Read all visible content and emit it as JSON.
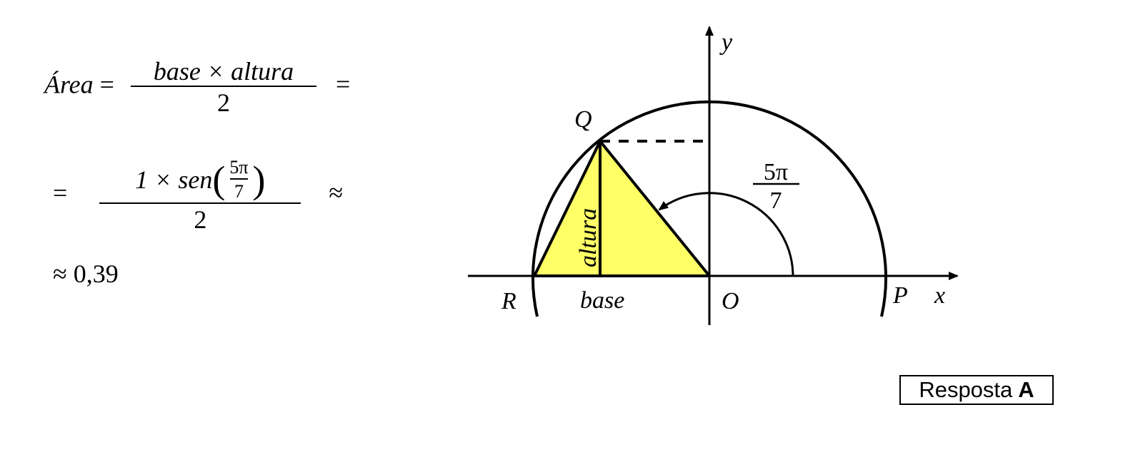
{
  "formula": {
    "line1": {
      "lhs": "Área",
      "equals": "=",
      "numerator": "base × altura",
      "denominator": "2",
      "trailing": "="
    },
    "line2": {
      "leading": "=",
      "numerator_prefix": "1 × sen",
      "inner_numerator": "5π",
      "inner_denominator": "7",
      "denominator": "2",
      "trailing": "≈"
    },
    "line3": {
      "text": "≈ 0,39"
    }
  },
  "diagram": {
    "angle_numerator": "5π",
    "angle_denominator": "7",
    "labels": {
      "y": "y",
      "x": "x",
      "Q": "Q",
      "R": "R",
      "O": "O",
      "P": "P",
      "base": "base",
      "altura": "altura"
    },
    "angle_value": "5π/7",
    "fill_color": "#ffff66",
    "stroke_color": "#000000"
  },
  "answer": {
    "prefix": "Resposta",
    "letter": "A"
  }
}
